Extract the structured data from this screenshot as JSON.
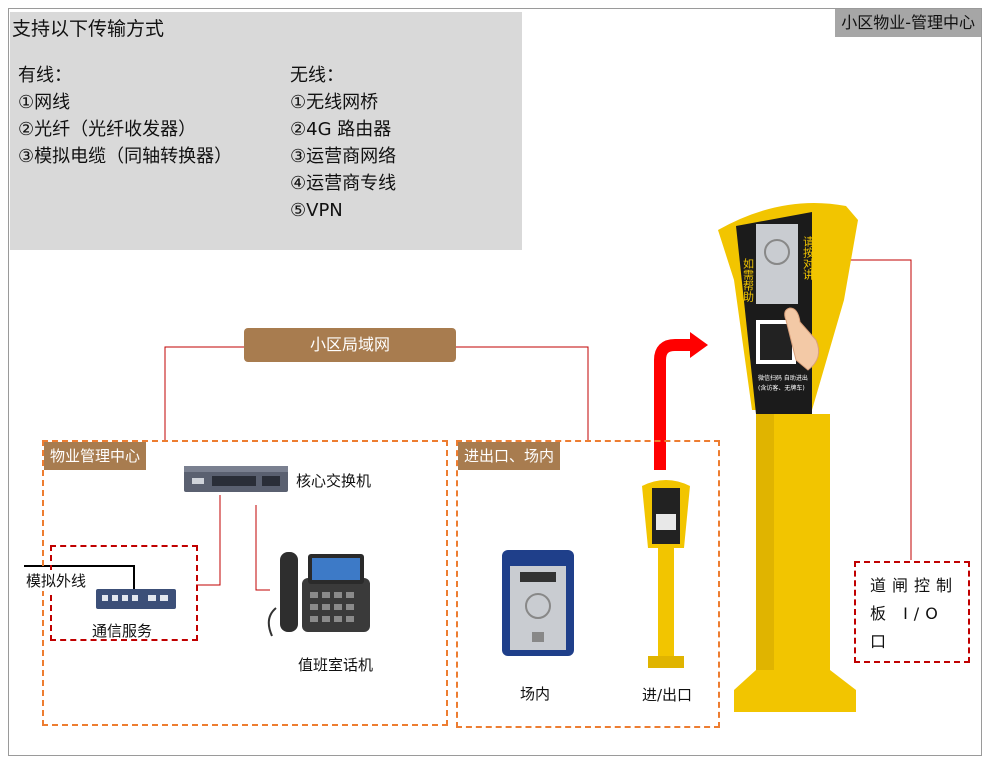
{
  "transport": {
    "title": "支持以下传输方式",
    "wired": {
      "heading": "有线：",
      "items": [
        "①网线",
        "②光纤（光纤收发器）",
        "③模拟电缆（同轴转换器）"
      ]
    },
    "wireless": {
      "heading": "无线：",
      "items": [
        "①无线网桥",
        "②4G 路由器",
        "③运营商网络",
        "④运营商专线",
        "⑤VPN"
      ]
    }
  },
  "corner_title": "小区物业-管理中心",
  "lan_label": "小区局域网",
  "property_center": {
    "tag": "物业管理中心",
    "switch_label": "核心交换机",
    "analog_line_label": "模拟外线",
    "comm_service_label": "通信服务",
    "duty_phone_label": "值班室话机"
  },
  "entrance": {
    "tag": "进出口、场内",
    "indoor_label": "场内",
    "gate_label": "进/出口"
  },
  "kiosk": {
    "left_text": "如需帮助",
    "right_text": "请按对讲",
    "bottom_text_1": "微信扫码 自助进出",
    "bottom_text_2": "(含访客、无牌车)"
  },
  "gate_io_label": "道闸控制板 I/O口",
  "colors": {
    "brown": "#a87c4f",
    "red_line": "#c00000",
    "orange_dash": "#ed7d31",
    "red_dash": "#c00000",
    "yellow": "#f2c500",
    "gray_panel": "#d9d9d9"
  }
}
